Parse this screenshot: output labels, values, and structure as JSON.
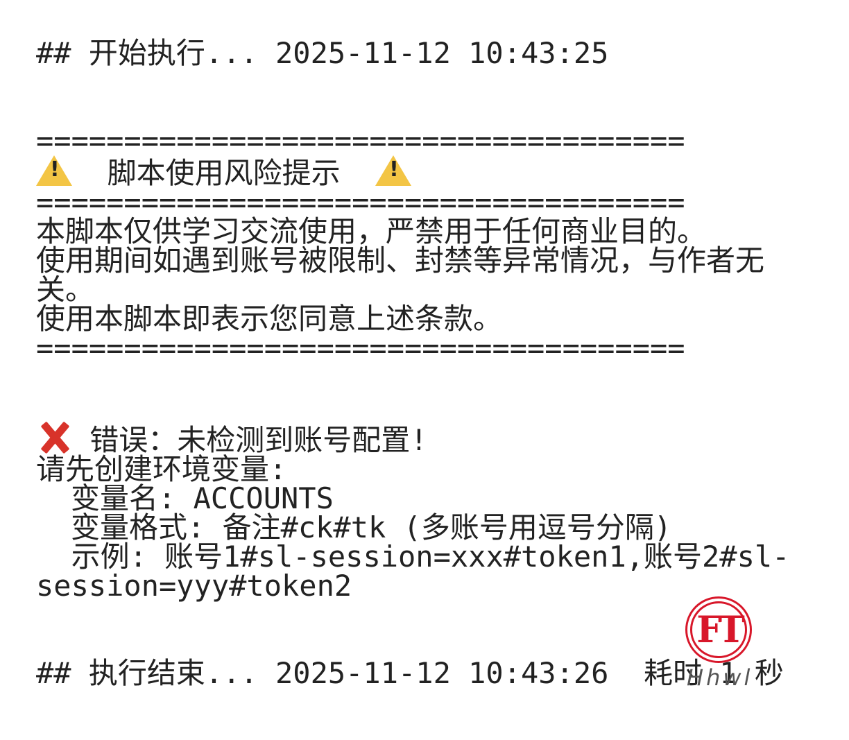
{
  "log": {
    "start_line": "## 开始执行... 2025-11-12 10:43:25",
    "separator": "=====================================",
    "warning_title": "脚本使用风险提示",
    "warning_icon": "warning-icon",
    "disclaimer_lines": [
      "本脚本仅供学习交流使用，严禁用于任何商业目的。",
      "使用期间如遇到账号被限制、封禁等异常情况，与作者无关。",
      "使用本脚本即表示您同意上述条款。"
    ],
    "error_icon": "cross-mark-icon",
    "error_message": "错误：未检测到账号配置!",
    "instruction_header": "请先创建环境变量:",
    "instructions": [
      "变量名: ACCOUNTS",
      "变量格式: 备注#ck#tk (多账号用逗号分隔)",
      "示例: 账号1#sl-session=xxx#token1,账号2#sl-session=yyy#token2"
    ],
    "end_line": "## 执行结束... 2025-11-12 10:43:26  耗时 1 秒"
  },
  "watermark": {
    "stamp_text": "FT",
    "signature": "Hhwl",
    "color": "#d8172a"
  }
}
